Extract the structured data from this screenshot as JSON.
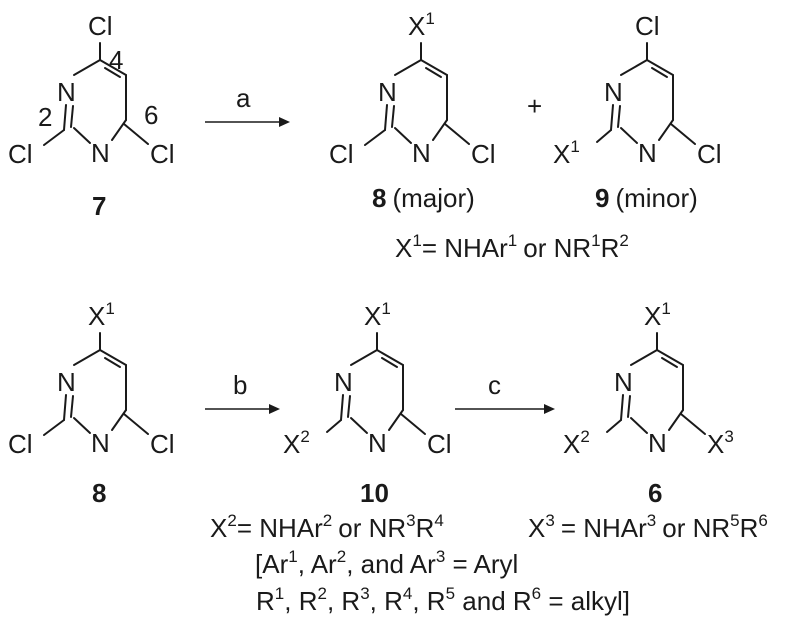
{
  "atoms": {
    "n": "N",
    "cl": "Cl",
    "x": "X",
    "one": "1",
    "two": "2",
    "three": "3"
  },
  "ring_positions": {
    "p2": "2",
    "p4": "4",
    "p6": "6"
  },
  "reagents": {
    "a": "a",
    "b": "b",
    "c": "c",
    "plus": "+"
  },
  "compounds": {
    "c7": "7",
    "c8": "8",
    "c8_note": "(major)",
    "c9": "9",
    "c9_note": "(minor)",
    "c10": "10",
    "c6": "6"
  },
  "definitions": {
    "x1": {
      "lhs": "X",
      "lhs_sup": "1",
      "rest": "= NHAr",
      "rest_sup": "1",
      "or": "or NR",
      "r_sup1": "1",
      "r": "R",
      "r_sup2": "2"
    },
    "x2": {
      "lhs": "X",
      "lhs_sup": "2",
      "rest": "= NHAr",
      "rest_sup": "2",
      "or": "or NR",
      "r_sup1": "3",
      "r": "R",
      "r_sup2": "4"
    },
    "x3": {
      "lhs": "X",
      "lhs_sup": "3",
      "rest": "= NHAr",
      "rest_sup": "3",
      "or": "or NR",
      "r_sup1": "5",
      "r": "R",
      "r_sup2": "6"
    },
    "aryl": {
      "open": "[Ar",
      "s1": "1",
      "c1": ", Ar",
      "s2": "2",
      "c2": ", and Ar",
      "s3": "3",
      "end": " = Aryl"
    },
    "alkyl": {
      "r1": "R",
      "s1": "1",
      "r2": ", R",
      "s2": "2",
      "r3": ", R",
      "s3": "3",
      "r4": ", R",
      "s4": "4",
      "r5": ", R",
      "s5": "5",
      "and": " and R",
      "s6": "6",
      "end": " = alkyl]"
    }
  }
}
